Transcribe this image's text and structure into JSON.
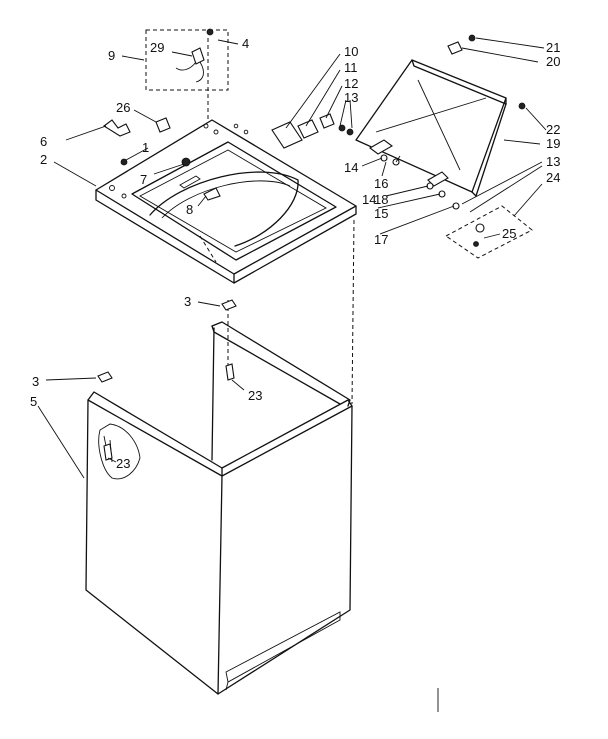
{
  "callouts": [
    {
      "id": "c1",
      "text": "1"
    },
    {
      "id": "c2",
      "text": "2"
    },
    {
      "id": "c3a",
      "text": "3"
    },
    {
      "id": "c3b",
      "text": "3"
    },
    {
      "id": "c4",
      "text": "4"
    },
    {
      "id": "c5",
      "text": "5"
    },
    {
      "id": "c6",
      "text": "6"
    },
    {
      "id": "c7",
      "text": "7"
    },
    {
      "id": "c8",
      "text": "8"
    },
    {
      "id": "c9",
      "text": "9"
    },
    {
      "id": "c10",
      "text": "10"
    },
    {
      "id": "c11",
      "text": "11"
    },
    {
      "id": "c12",
      "text": "12"
    },
    {
      "id": "c13a",
      "text": "13"
    },
    {
      "id": "c13b",
      "text": "13"
    },
    {
      "id": "c14a",
      "text": "14"
    },
    {
      "id": "c14b",
      "text": "14"
    },
    {
      "id": "c15",
      "text": "15"
    },
    {
      "id": "c16",
      "text": "16"
    },
    {
      "id": "c17",
      "text": "17"
    },
    {
      "id": "c18",
      "text": "18"
    },
    {
      "id": "c19",
      "text": "19"
    },
    {
      "id": "c20",
      "text": "20"
    },
    {
      "id": "c21",
      "text": "21"
    },
    {
      "id": "c22",
      "text": "22"
    },
    {
      "id": "c23a",
      "text": "23"
    },
    {
      "id": "c23b",
      "text": "23"
    },
    {
      "id": "c24",
      "text": "24"
    },
    {
      "id": "c25",
      "text": "25"
    },
    {
      "id": "c26",
      "text": "26"
    },
    {
      "id": "c29",
      "text": "29"
    }
  ]
}
